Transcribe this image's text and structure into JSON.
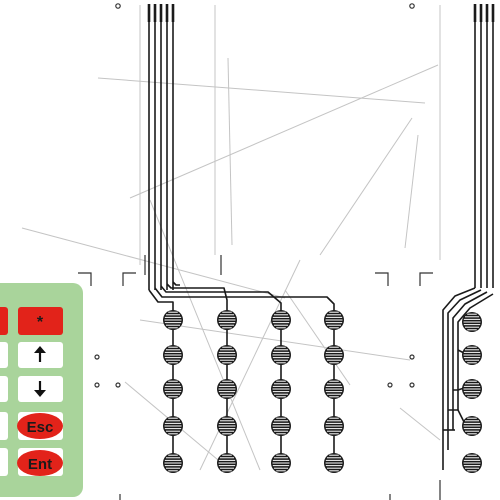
{
  "keypad": {
    "keys": [
      {
        "label": "*",
        "shape": "rect",
        "color": "#e2231a"
      },
      {
        "label": "",
        "shape": "rect",
        "color": "#ffffff",
        "icon": "arrow-up-icon"
      },
      {
        "label": "",
        "shape": "rect",
        "color": "#ffffff",
        "icon": "arrow-down-icon"
      },
      {
        "label": "Esc",
        "shape": "oval",
        "color": "#e2231a"
      },
      {
        "label": "Ent",
        "shape": "oval",
        "color": "#e2231a"
      }
    ],
    "panel_color": "#a9d49b"
  },
  "contact_pads": {
    "grid_columns": 4,
    "grid_rows": 5,
    "right_column_rows": 5
  },
  "colors": {
    "trace": "#1a1a1a",
    "background": "#ffffff",
    "guide_lines": "#c8c8c8"
  }
}
